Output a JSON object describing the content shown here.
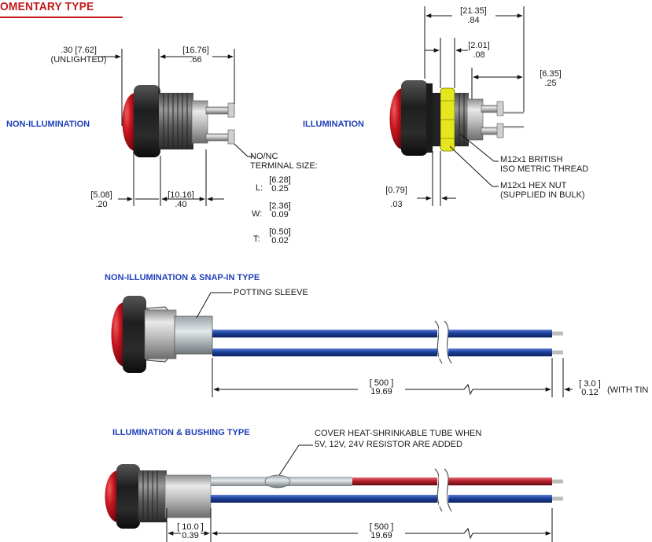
{
  "title": "OMENTARY TYPE",
  "colors": {
    "title_red": "#c21a1a",
    "label_blue": "#1f3fb8",
    "lens_red": "#b3121e",
    "wire_blue": "#1b3f9a",
    "wire_red": "#b51f2b",
    "nut_yellow": "#e6e61e"
  },
  "top_left": {
    "label": "NON-ILLUMINATION",
    "dim_unlighted": {
      "line1": ".30 [7.62]",
      "line2": "(UNLIGHTED)"
    },
    "dim_width": {
      "mm": "[16.76]",
      "in": ".66"
    },
    "dim_bottom_left": {
      "mm": "[5.08]",
      "in": ".20"
    },
    "dim_bottom_right": {
      "mm": "[10.16]",
      "in": ".40"
    },
    "terminal": {
      "line1": "NO/NC",
      "line2": "TERMINAL SIZE:",
      "L": {
        "key": "L:",
        "mm": "[6.28]",
        "in": "0.25"
      },
      "W": {
        "key": "W:",
        "mm": "[2.36]",
        "in": "0.09"
      },
      "T": {
        "key": "T:",
        "mm": "[0.50]",
        "in": "0.02"
      }
    }
  },
  "top_right": {
    "label": "ILLUMINATION",
    "dim_overall": {
      "mm": "[21.35]",
      "in": ".84"
    },
    "dim_small": {
      "mm": "[2.01]",
      "in": ".08"
    },
    "dim_pin": {
      "mm": "[6.35]",
      "in": ".25"
    },
    "dim_bottom": {
      "mm": "[0.79]",
      "in": ".03"
    },
    "thread": {
      "line1": "M12x1 BRITISH",
      "line2": "ISO METRIC THREAD"
    },
    "nut": {
      "line1": "M12x1 HEX NUT",
      "line2": "(SUPPLIED IN BULK)"
    }
  },
  "middle": {
    "label": "NON-ILLUMINATION & SNAP-IN TYPE",
    "sleeve": "POTTING SLEEVE",
    "dim_length": {
      "mm": "[ 500 ]",
      "in": "19.69"
    },
    "dim_tin": {
      "mm": "[ 3.0 ]",
      "in": "0.12",
      "note": "(WITH TIN"
    }
  },
  "bottom": {
    "label": "ILLUMINATION & BUSHING TYPE",
    "note": {
      "line1": "COVER HEAT-SHRINKABLE TUBE WHEN",
      "line2": "5V, 12V, 24V RESISTOR ARE ADDED"
    },
    "dim_bush": {
      "mm": "[ 10.0 ]",
      "in": "0.39"
    },
    "dim_length": {
      "mm": "[ 500 ]",
      "in": "19.69"
    }
  }
}
